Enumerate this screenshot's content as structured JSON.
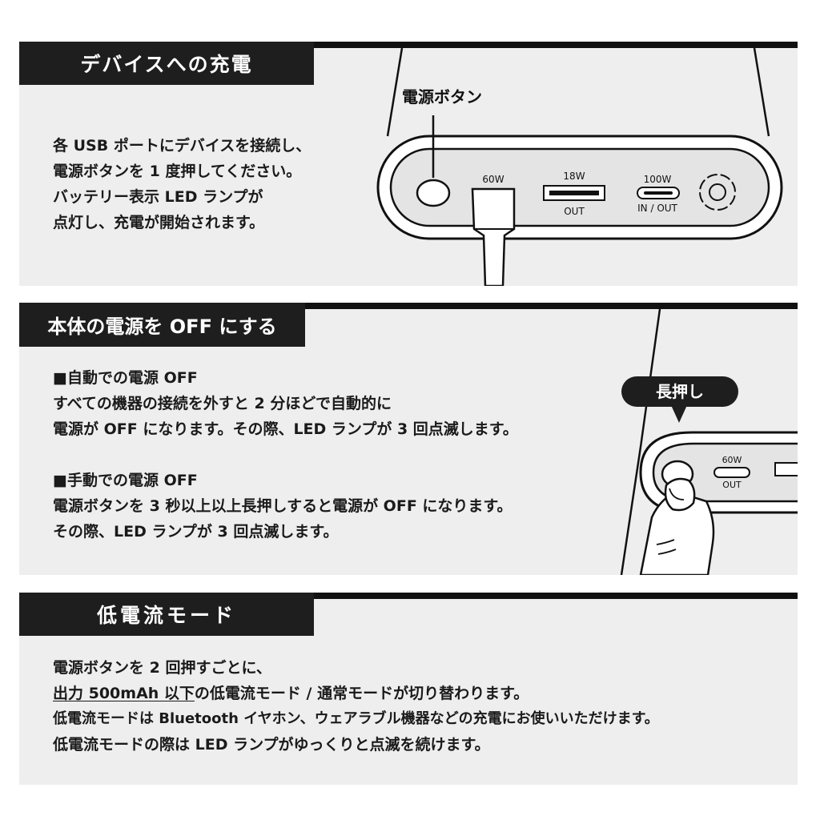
{
  "section1": {
    "title": "デバイスへの充電",
    "lines": [
      "各 USB ポートにデバイスを接続し、",
      "電源ボタンを 1 度押してください。",
      "バッテリー表示 LED ランプが",
      "点灯し、充電が開始されます。"
    ],
    "illustration": {
      "button_label": "電源ボタン",
      "port1_watt": "60W",
      "port2_watt": "18W",
      "port2_sub": "OUT",
      "port3_watt": "100W",
      "port3_sub": "IN / OUT"
    }
  },
  "section2": {
    "title": "本体の電源を OFF にする",
    "auto_heading": "■自動での電源 OFF",
    "auto_lines": [
      "すべての機器の接続を外すと 2 分ほどで自動的に",
      "電源が OFF になります。その際、LED ランプが 3 回点滅します。"
    ],
    "manual_heading": "■手動での電源 OFF",
    "manual_lines": [
      "電源ボタンを 3 秒以上以上長押しすると電源が OFF になります。",
      "その際、LED ランプが 3 回点滅します。"
    ],
    "illustration": {
      "bubble_label": "長押し",
      "port_watt": "60W",
      "port_sub": "OUT"
    }
  },
  "section3": {
    "title": "低電流モード",
    "line1": "電源ボタンを 2 回押すごとに、",
    "line2_underlined": "出力 500mAh 以下",
    "line2_rest": "の低電流モード / 通常モードが切り替わります。",
    "line3": "低電流モードは Bluetooth イヤホン、ウェアラブル機器などの充電にお使いいただけます。",
    "line4": "低電流モードの際は LED ランプがゆっくりと点滅を続けます。"
  }
}
